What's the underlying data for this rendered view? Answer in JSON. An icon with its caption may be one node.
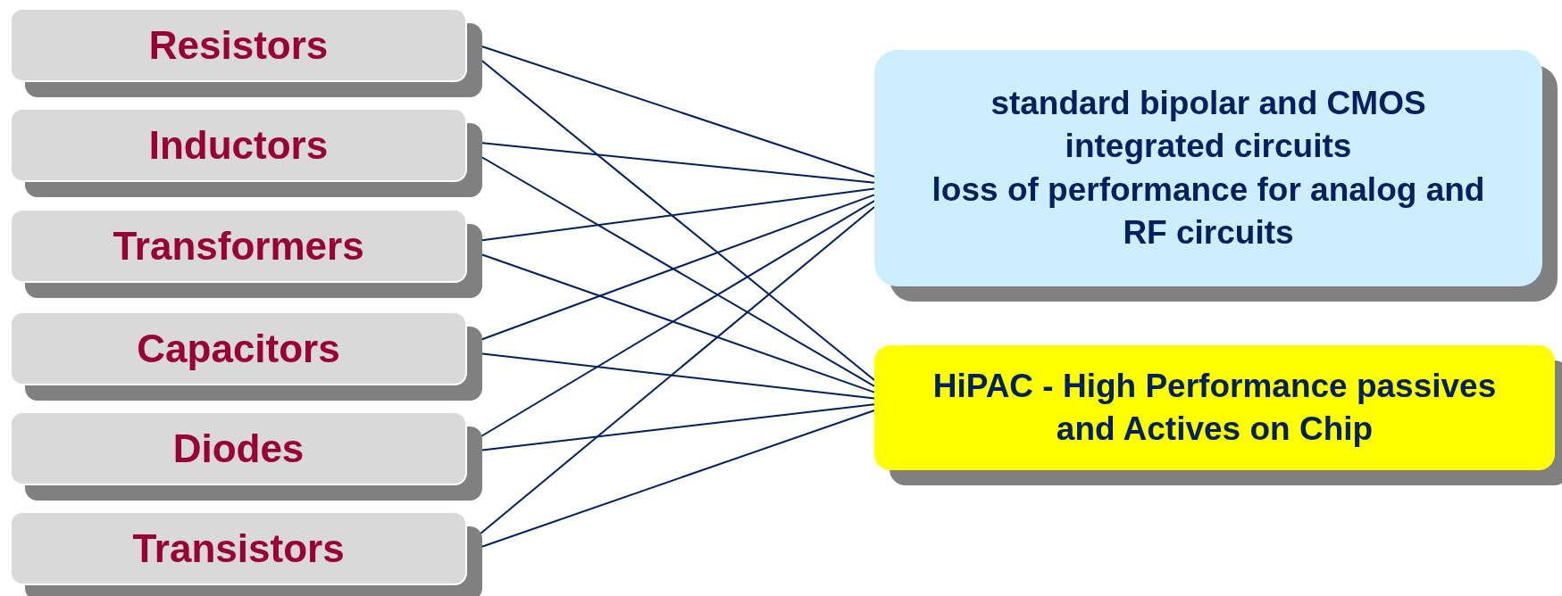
{
  "diagram": {
    "nodes": [
      {
        "text": [
          "Resistors"
        ]
      },
      {
        "text": [
          "Inductors"
        ]
      },
      {
        "text": [
          "Transformers"
        ]
      },
      {
        "text": [
          "Capacitors"
        ]
      },
      {
        "text": [
          "Diodes"
        ]
      },
      {
        "text": [
          "Transistors"
        ]
      },
      {
        "text": [
          "standard bipolar and CMOS integrated circuits",
          "loss of performance for analog and RF circuits"
        ]
      },
      {
        "text": [
          "HiPAC - High Performance passives and Actives on Chip"
        ]
      }
    ],
    "edges": [
      {
        "from": 0,
        "to": 6,
        "arrow": "none"
      },
      {
        "from": 0,
        "to": 7,
        "arrow": "none"
      },
      {
        "from": 1,
        "to": 6,
        "arrow": "none"
      },
      {
        "from": 1,
        "to": 7,
        "arrow": "none"
      },
      {
        "from": 2,
        "to": 6,
        "arrow": "none"
      },
      {
        "from": 2,
        "to": 7,
        "arrow": "none"
      },
      {
        "from": 3,
        "to": 6,
        "arrow": "none"
      },
      {
        "from": 3,
        "to": 7,
        "arrow": "none"
      },
      {
        "from": 4,
        "to": 6,
        "arrow": "none"
      },
      {
        "from": 4,
        "to": 7,
        "arrow": "none"
      },
      {
        "from": 5,
        "to": 6,
        "arrow": "none"
      },
      {
        "from": 5,
        "to": 7,
        "arrow": "none"
      }
    ]
  }
}
